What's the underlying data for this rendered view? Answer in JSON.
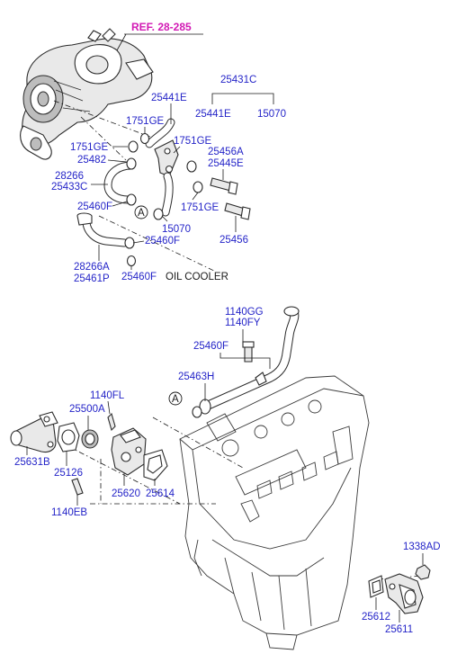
{
  "ref_label": "REF. 28-285",
  "callout_marker": "A",
  "oil_cooler_label": "OIL COOLER",
  "parts": {
    "p25431C": "25431C",
    "p25441E_top": "25441E",
    "p25441E_sub": "25441E",
    "p15070_sub": "15070",
    "p1751GE_a": "1751GE",
    "p1751GE_b": "1751GE",
    "p1751GE_c": "1751GE",
    "p1751GE_d": "1751GE",
    "p25482": "25482",
    "p25456A": "25456A",
    "p25445E": "25445E",
    "p28266": "28266",
    "p25433C": "25433C",
    "p25460F_a": "25460F",
    "p15070_b": "15070",
    "p25460F_b": "25460F",
    "p25456": "25456",
    "p28266A": "28266A",
    "p25461P": "25461P",
    "p25460F_c": "25460F",
    "p1140GG": "1140GG",
    "p1140FY": "1140FY",
    "p25460F_d": "25460F",
    "p25463H": "25463H",
    "p1140FL": "1140FL",
    "p25500A": "25500A",
    "p25631B": "25631B",
    "p25126": "25126",
    "p25620": "25620",
    "p25614": "25614",
    "p1140EB": "1140EB",
    "p1338AD": "1338AD",
    "p25612": "25612",
    "p25611": "25611"
  }
}
